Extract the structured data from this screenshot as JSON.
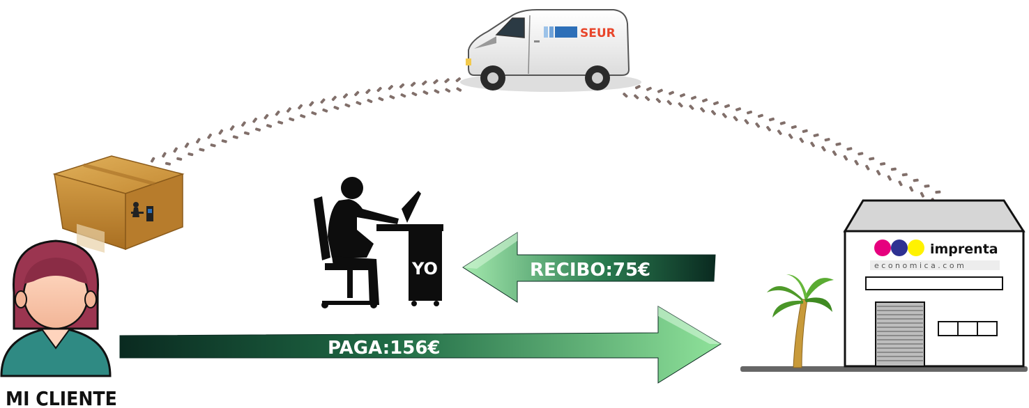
{
  "van": {
    "brand": "SEUR"
  },
  "client": {
    "label": "MI CLIENTE"
  },
  "me": {
    "label": "YO"
  },
  "arrows": {
    "receive": {
      "label": "RECIBO:75€"
    },
    "pay": {
      "label": "PAGA:156€"
    }
  },
  "printer": {
    "logo_word": "imprenta",
    "logo_sub": "economica.com"
  },
  "colors": {
    "arrow_dark": "#0d3a2a",
    "arrow_light": "#6fd17f",
    "tire_track": "#6b5650",
    "seur_red": "#e8452a",
    "seur_blue": "#2d6fb8",
    "box": "#c8923a",
    "client_hair": "#9b3550",
    "client_body": "#2f8a83"
  }
}
